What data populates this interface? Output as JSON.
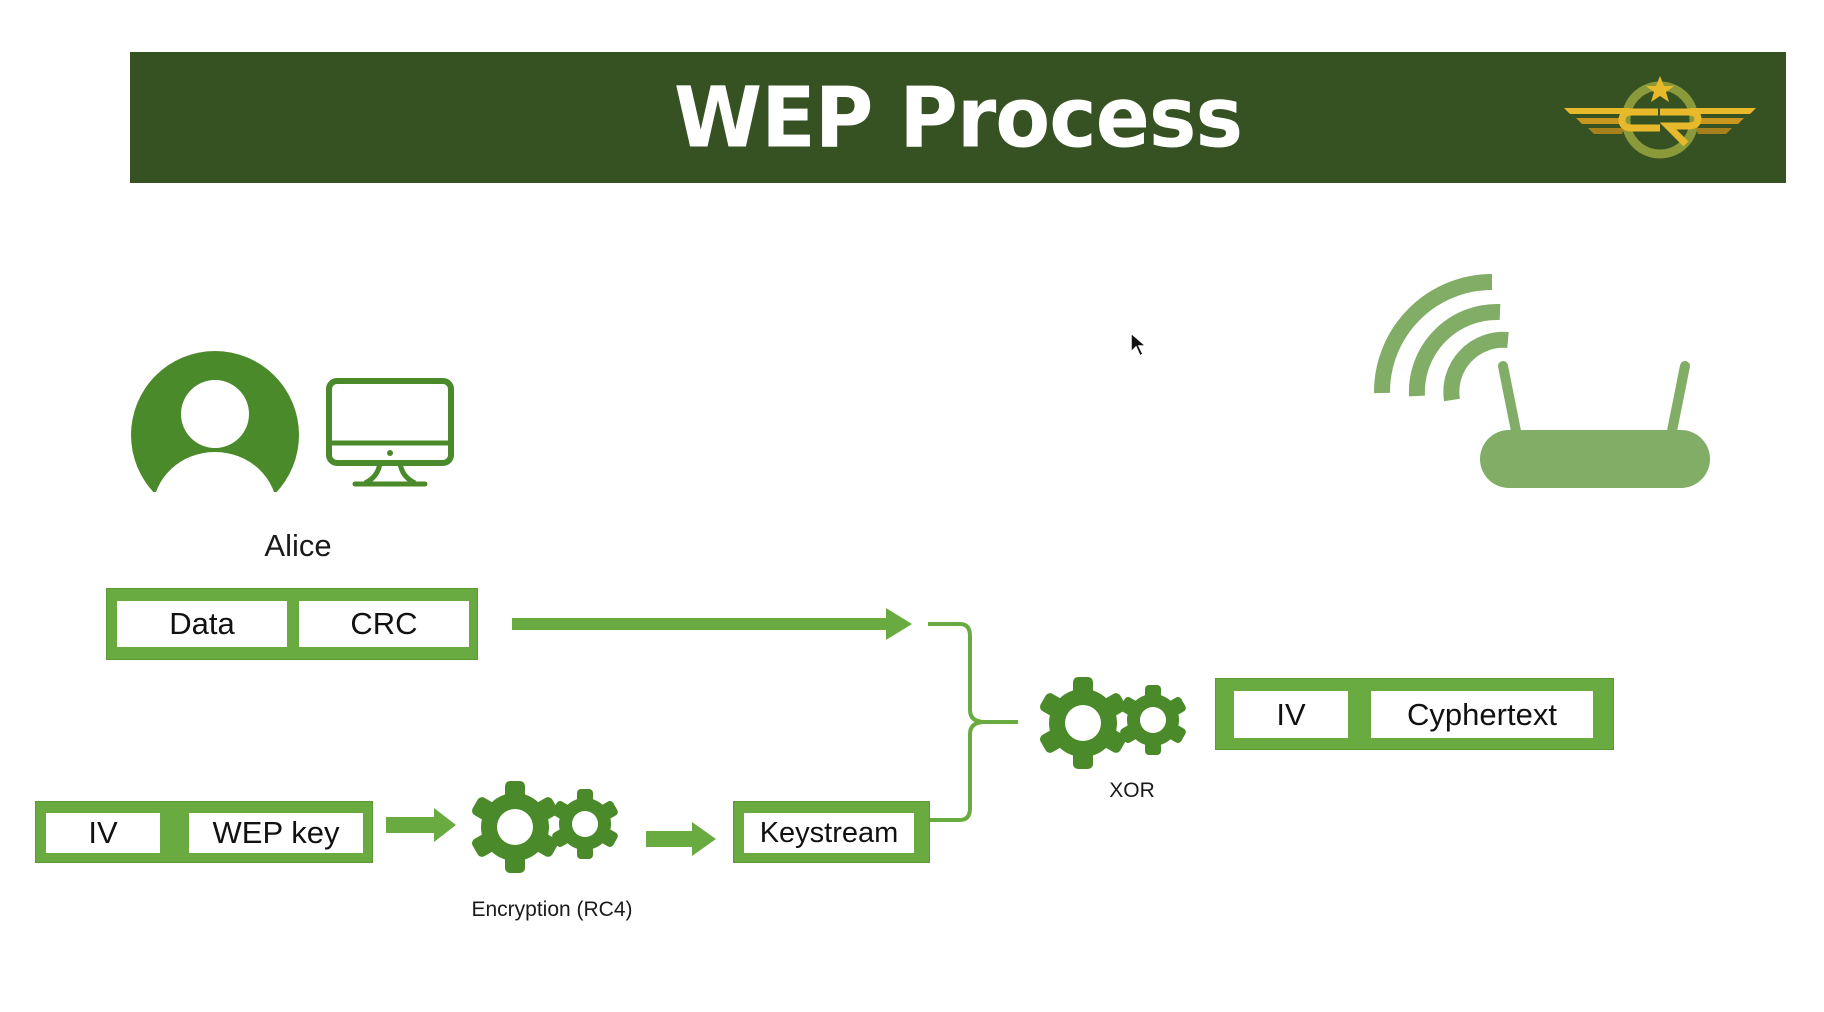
{
  "slide": {
    "title": "WEP Process",
    "logo": "winged-cr-emblem-logo"
  },
  "colors": {
    "banner": "#365223",
    "box_fill": "#6aab41",
    "gear": "#4a8a2a",
    "person": "#4a8a2a",
    "router": "#82ad67",
    "arrow": "#6aab41",
    "logo_gold": "#e8b92a"
  },
  "sender": {
    "name": "Alice",
    "icons": [
      "person-icon",
      "monitor-icon"
    ]
  },
  "data_crc": {
    "cells": [
      "Data",
      "CRC"
    ]
  },
  "iv_key": {
    "cells": [
      "IV",
      "WEP key"
    ]
  },
  "encryption": {
    "label": "Encryption (RC4)",
    "icon": "gears-icon"
  },
  "keystream": {
    "label": "Keystream"
  },
  "xor": {
    "label": "XOR",
    "icon": "gears-icon"
  },
  "output": {
    "cells": [
      "IV",
      "Cyphertext"
    ]
  },
  "receiver": {
    "icon": "wifi-router-icon"
  }
}
